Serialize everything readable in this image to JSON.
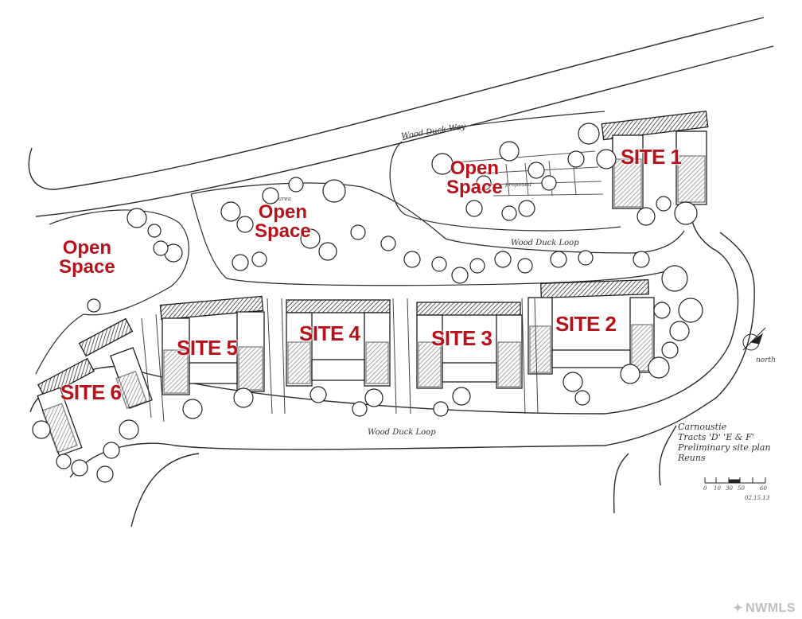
{
  "sites": [
    {
      "id": "site-1",
      "label": "SITE 1"
    },
    {
      "id": "site-2",
      "label": "SITE 2"
    },
    {
      "id": "site-3",
      "label": "SITE 3"
    },
    {
      "id": "site-4",
      "label": "SITE 4"
    },
    {
      "id": "site-5",
      "label": "SITE 5"
    },
    {
      "id": "site-6",
      "label": "SITE 6"
    }
  ],
  "open_spaces": [
    {
      "id": "west",
      "line1": "Open",
      "line2": "Space"
    },
    {
      "id": "center",
      "line1": "Open",
      "line2": "Space"
    },
    {
      "id": "north",
      "line1": "Open",
      "line2": "Space"
    }
  ],
  "streets": {
    "way": "Wood Duck Way",
    "loop_north": "Wood Duck Loop",
    "loop_south": "Wood Duck Loop"
  },
  "notes": {
    "line1": "Carnoustie",
    "line2": "Tracts 'D' 'E & F'",
    "line3": "Preliminary site plan",
    "line4": "Reuns",
    "date": "02.15.13"
  },
  "scale_ticks": [
    "0",
    "10",
    "30",
    "50",
    "60"
  ],
  "north_label": "north",
  "small_text": {
    "area": "area",
    "proposed": "proposed"
  },
  "watermark": "NWMLS",
  "colors": {
    "label_red": "#b5121b",
    "ink": "#222222",
    "paper": "#ffffff",
    "watermark": "#bfbfbf"
  }
}
